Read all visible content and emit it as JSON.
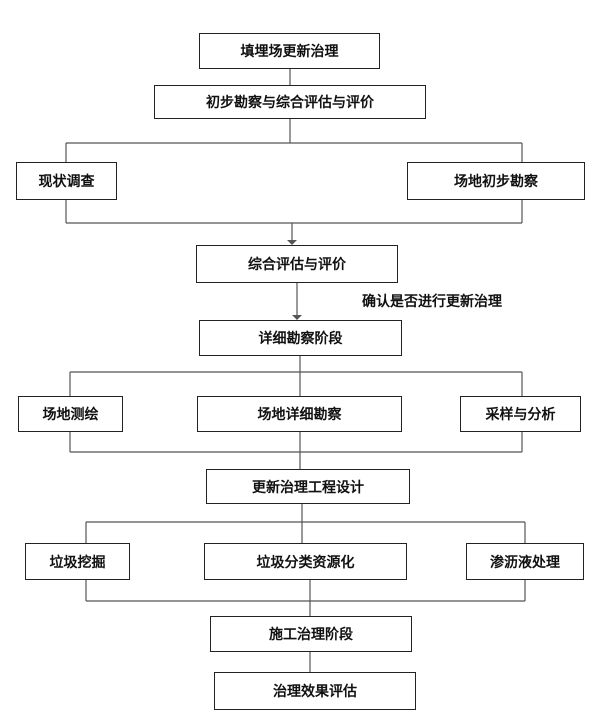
{
  "nodes": {
    "n1": "填埋场更新治理",
    "n2": "初步勘察与综合评估与评价",
    "n3a": "现状调查",
    "n3b": "场地初步勘察",
    "n4": "综合评估与评价",
    "n5": "详细勘察阶段",
    "n6a": "场地测绘",
    "n6b": "场地详细勘察",
    "n6c": "采样与分析",
    "n7": "更新治理工程设计",
    "n8a": "垃圾挖掘",
    "n8b": "垃圾分类资源化",
    "n8c": "渗沥液处理",
    "n9": "施工治理阶段",
    "n10": "治理效果评估"
  },
  "annotations": {
    "confirm": "确认是否进行更新治理"
  },
  "colors": {
    "line": "#555555",
    "border": "#222222"
  }
}
